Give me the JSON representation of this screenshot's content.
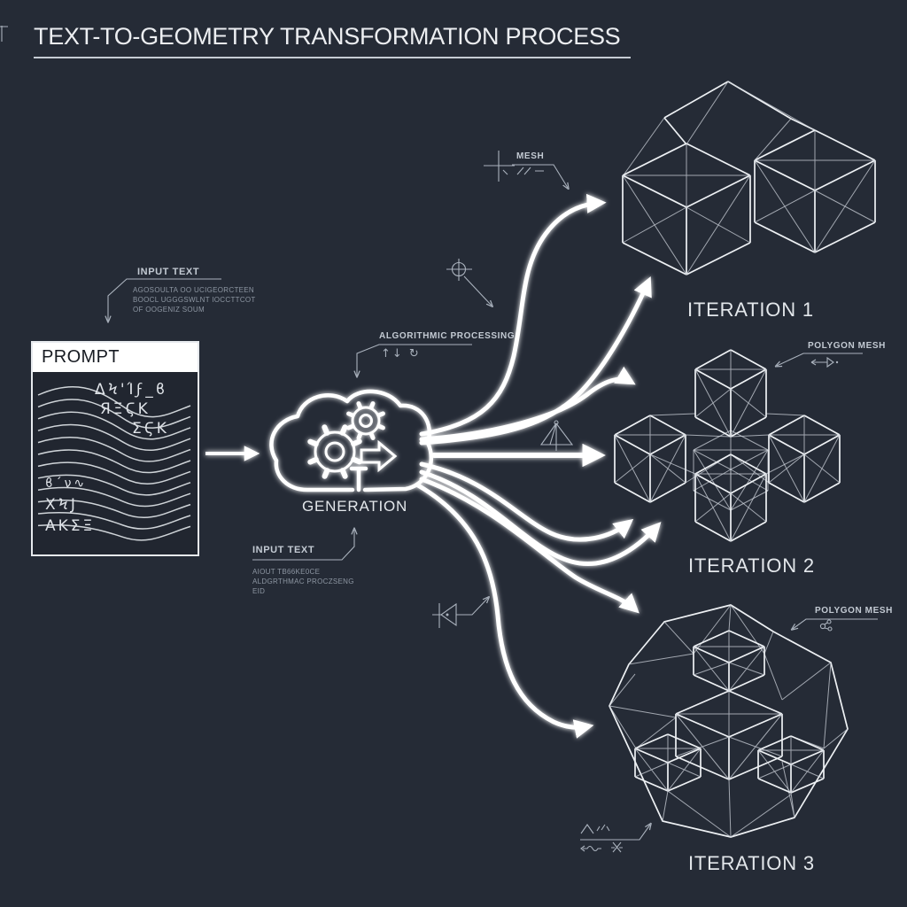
{
  "title": "TEXT-TO-GEOMETRY TRANSFORMATION PROCESS",
  "prompt": {
    "header": "PROMPT",
    "glyphs_top": [
      "ΔϞ'Ίϝ_ϐ",
      "ЯΞϚΚ",
      "ΣϚΚ"
    ],
    "glyphs_bottom": [
      "ϐ΄ν∿",
      "ΧϞЈ",
      "ΑΚΣΞ"
    ]
  },
  "cloud": {
    "label": "GENERATION"
  },
  "annotations": {
    "input_text_top": {
      "label": "INPUT TEXT",
      "body": [
        "AGOSOULTA OO UCIGEORCTEEN",
        "BOOCL UGGGSWLNT IOCCTTCOT",
        "OF OOGENIZ SOUM"
      ]
    },
    "algorithmic_processing": {
      "label": "ALGORITHMIC PROCESSING",
      "symbols": "↑↓ ↻"
    },
    "input_text_bottom": {
      "label": "INPUT TEXT",
      "body": [
        "AIOUT TB66KE0CE",
        "ALDGRTHMAC PROCZSENG",
        "EID"
      ]
    },
    "mesh": {
      "label": "MESH"
    },
    "polygon_mesh_1": {
      "label": "POLYGON MESH"
    },
    "polygon_mesh_2": {
      "label": "POLYGON MESH"
    }
  },
  "iterations": [
    {
      "label": "ITERATION 1"
    },
    {
      "label": "ITERATION 2"
    },
    {
      "label": "ITERATION 3"
    }
  ],
  "icons": {
    "cloud": "cloud-generation-icon",
    "gears": "gear-icon",
    "process_arrow": "arrow-right-icon",
    "refresh": "refresh-arrows-icon",
    "crosshair_plus": "crosshair-plus-icon",
    "target": "target-circle-icon",
    "prism": "prism-triangle-icon",
    "diode": "diode-marker-icon",
    "dimension": "dimension-arrow-icon",
    "molecule": "molecule-icon",
    "waveform": "waveform-icon"
  },
  "colors": {
    "background": "#252b36",
    "line": "#ffffff",
    "annotation": "#b6bdc7"
  }
}
